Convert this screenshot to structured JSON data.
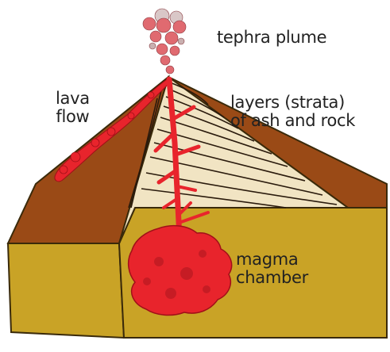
{
  "labels": {
    "tephra": "tephra plume",
    "lava_line1": "lava",
    "lava_line2": "flow",
    "layers_line1": "layers (strata)",
    "layers_line2": "of ash and rock",
    "magma_line1": "magma",
    "magma_line2": "chamber"
  },
  "colors": {
    "ground": "#c9a326",
    "ground_dark": "#a8841c",
    "crust": "#9a4a16",
    "strata": "#f1e4c3",
    "strata_lines": "#2a1a0c",
    "magma": "#e8242c",
    "plume": "#e06a70"
  }
}
